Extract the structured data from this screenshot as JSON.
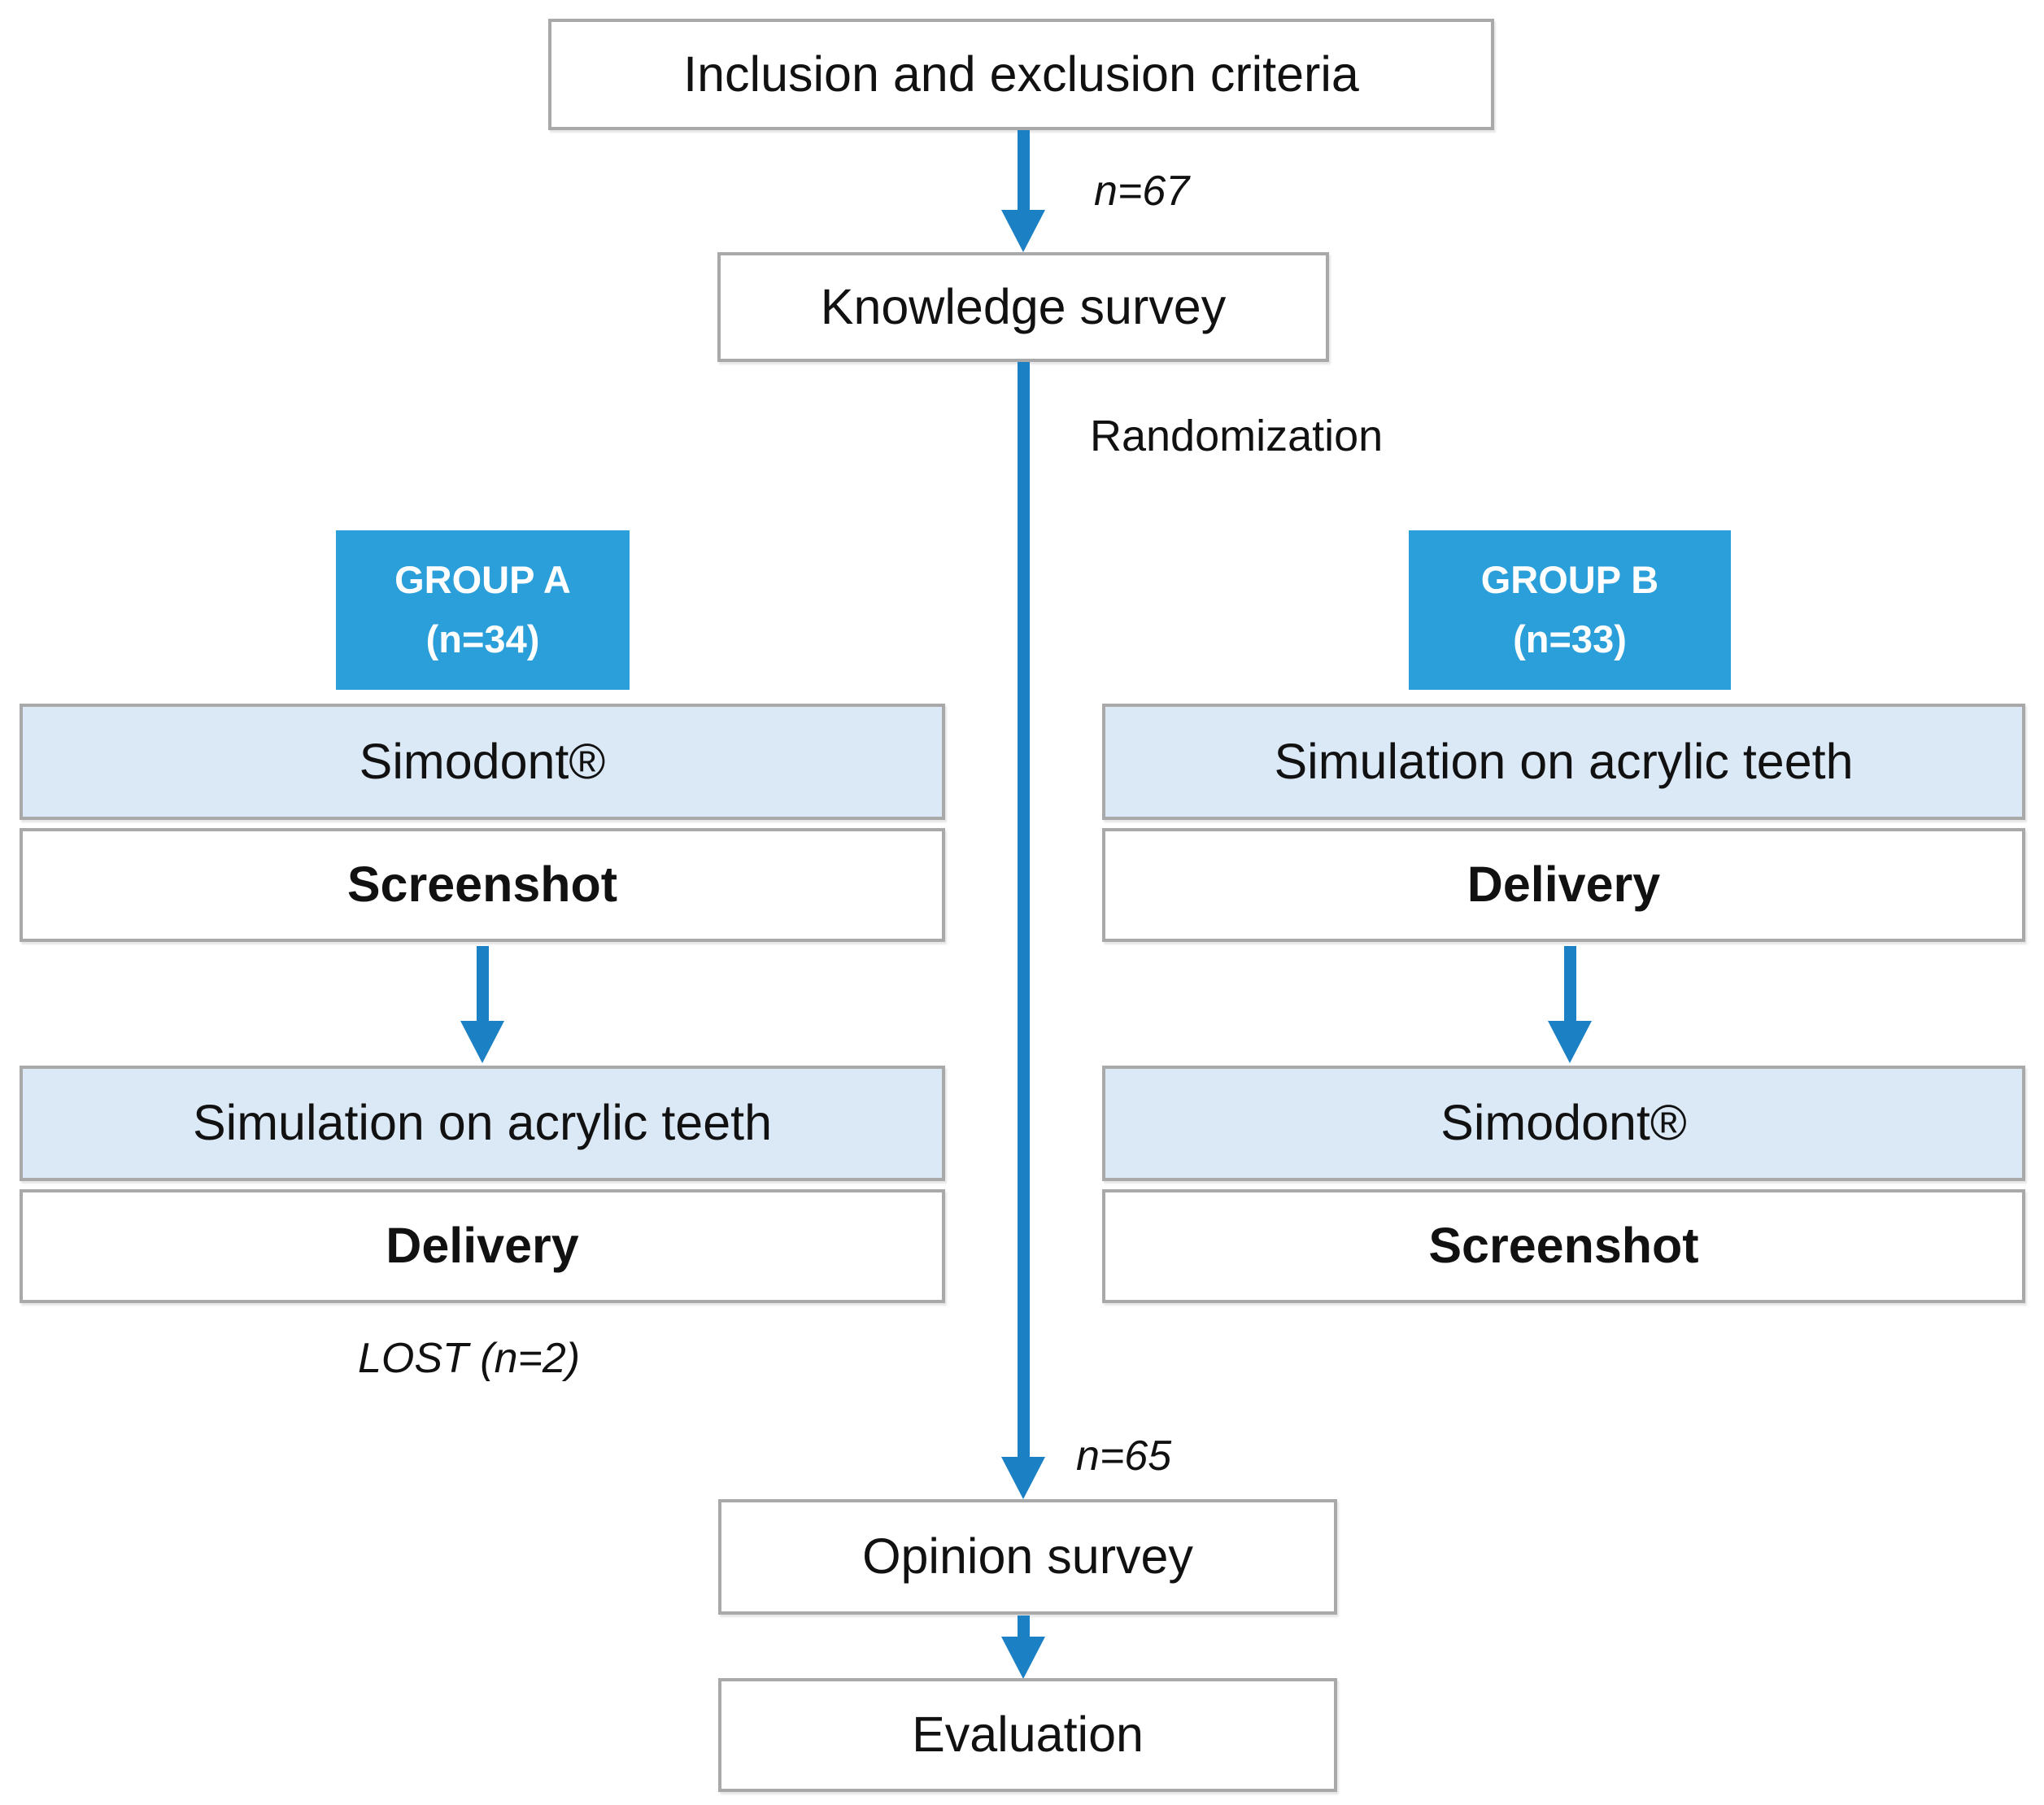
{
  "colors": {
    "arrow_blue": "#1b80c4",
    "group_blue": "#2b9fd9",
    "light_blue_fill": "#dbe8f6",
    "border_gray": "#a9a9a9",
    "text": "#111111"
  },
  "flow": {
    "inclusion_label": "Inclusion and exclusion criteria",
    "n67_label": "n=67",
    "knowledge_label": "Knowledge survey",
    "randomization_label": "Randomization",
    "n65_label": "n=65",
    "opinion_label": "Opinion survey",
    "evaluation_label": "Evaluation"
  },
  "group_a": {
    "title": "GROUP A",
    "n": "(n=34)",
    "steps": [
      {
        "label": "Simodont®",
        "style": "shaded"
      },
      {
        "label": "Screenshot",
        "style": "bold"
      },
      {
        "label": "Simulation on acrylic teeth",
        "style": "shaded"
      },
      {
        "label": "Delivery",
        "style": "bold"
      }
    ],
    "lost_label": "LOST (n=2)"
  },
  "group_b": {
    "title": "GROUP B",
    "n": "(n=33)",
    "steps": [
      {
        "label": "Simulation on acrylic teeth",
        "style": "shaded"
      },
      {
        "label": "Delivery",
        "style": "bold"
      },
      {
        "label": "Simodont®",
        "style": "shaded"
      },
      {
        "label": "Screenshot",
        "style": "bold"
      }
    ]
  }
}
